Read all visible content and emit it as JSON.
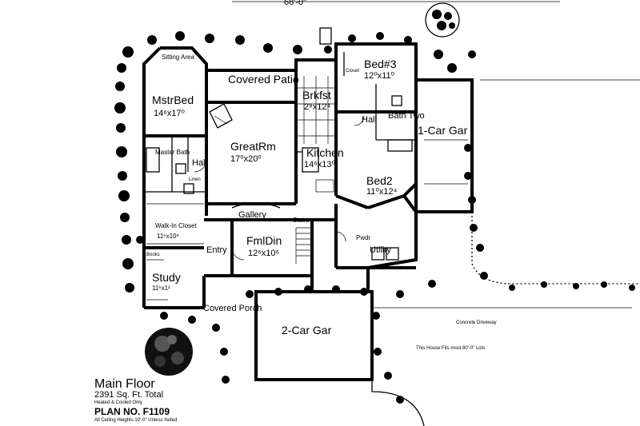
{
  "overall_dimension": "68'-0\"",
  "rooms": {
    "sitting": "Sitting Area",
    "master_bed": "MstrBed",
    "master_bed_size": "14⁶x17⁰",
    "covered_patio": "Covered Patio",
    "brkfst": "Brkfst",
    "brkfst_size": "2⁸x12⁴",
    "bed3": "Bed#3",
    "bed3_size": "12⁰x11⁰",
    "great_rm": "GreatRm",
    "great_rm_size": "17⁰x20⁰",
    "kitchen": "Kitchen",
    "kitchen_size": "14⁶x13⁰",
    "hall1": "Hall",
    "hall2": "Hall",
    "bath_two": "Bath Two",
    "one_car_gar": "1-Car Gar",
    "master_bath": "Master Bath",
    "bed2": "Bed2",
    "bed2_size": "11⁰x12⁴",
    "gallery": "Gallery",
    "walk_in_closet": "Walk-In Closet",
    "walk_in_size": "11⁶x10⁸",
    "stairs": "Stairs",
    "fmldin": "FmlDin",
    "fmldin_size": "12⁶x10⁶",
    "entry": "Entry",
    "utility": "Utility",
    "powder": "Pwdr",
    "study": "Study",
    "study_size": "11⁶x1²",
    "covered_porch": "Covered Porch",
    "two_car_gar": "2-Car Gar",
    "linen": "Linen",
    "books": "Books",
    "closet": "Closet",
    "driveway": "Concrete Driveway"
  },
  "lot_note": "This House Fits most 80'-0\" Lots",
  "footer": {
    "floor": "Main Floor",
    "area": "2391 Sq. Ft. Total",
    "area_note": "Heated & Cooled Only",
    "plan_no": "PLAN NO. F1109",
    "ceiling_note": "All Ceiling Heights 10'-0\" Unless Noted"
  }
}
